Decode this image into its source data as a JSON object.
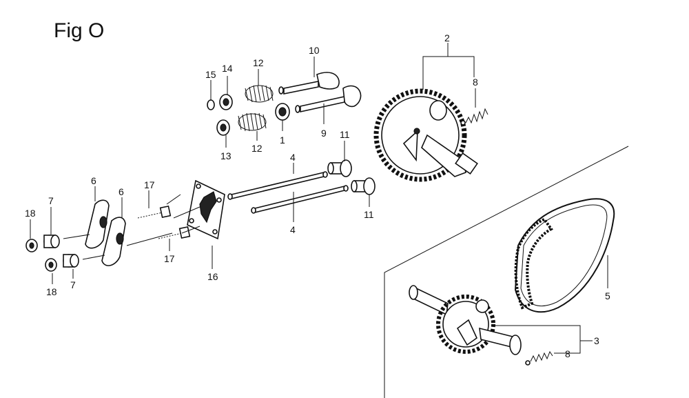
{
  "figure": {
    "title": "Fig O"
  },
  "callouts": [
    {
      "id": "c15",
      "label": "15"
    },
    {
      "id": "c14",
      "label": "14"
    },
    {
      "id": "c12a",
      "label": "12"
    },
    {
      "id": "c10",
      "label": "10"
    },
    {
      "id": "c2",
      "label": "2"
    },
    {
      "id": "c8a",
      "label": "8"
    },
    {
      "id": "c13",
      "label": "13"
    },
    {
      "id": "c12b",
      "label": "12"
    },
    {
      "id": "c1",
      "label": "1"
    },
    {
      "id": "c9",
      "label": "9"
    },
    {
      "id": "c11a",
      "label": "11"
    },
    {
      "id": "c4a",
      "label": "4"
    },
    {
      "id": "c6a",
      "label": "6"
    },
    {
      "id": "c6b",
      "label": "6"
    },
    {
      "id": "c17a",
      "label": "17"
    },
    {
      "id": "c18a",
      "label": "18"
    },
    {
      "id": "c7a",
      "label": "7"
    },
    {
      "id": "c11b",
      "label": "11"
    },
    {
      "id": "c4b",
      "label": "4"
    },
    {
      "id": "c17b",
      "label": "17"
    },
    {
      "id": "c16",
      "label": "16"
    },
    {
      "id": "c18b",
      "label": "18"
    },
    {
      "id": "c7b",
      "label": "7"
    },
    {
      "id": "c5",
      "label": "5"
    },
    {
      "id": "c3",
      "label": "3"
    },
    {
      "id": "c8b",
      "label": "8"
    }
  ]
}
